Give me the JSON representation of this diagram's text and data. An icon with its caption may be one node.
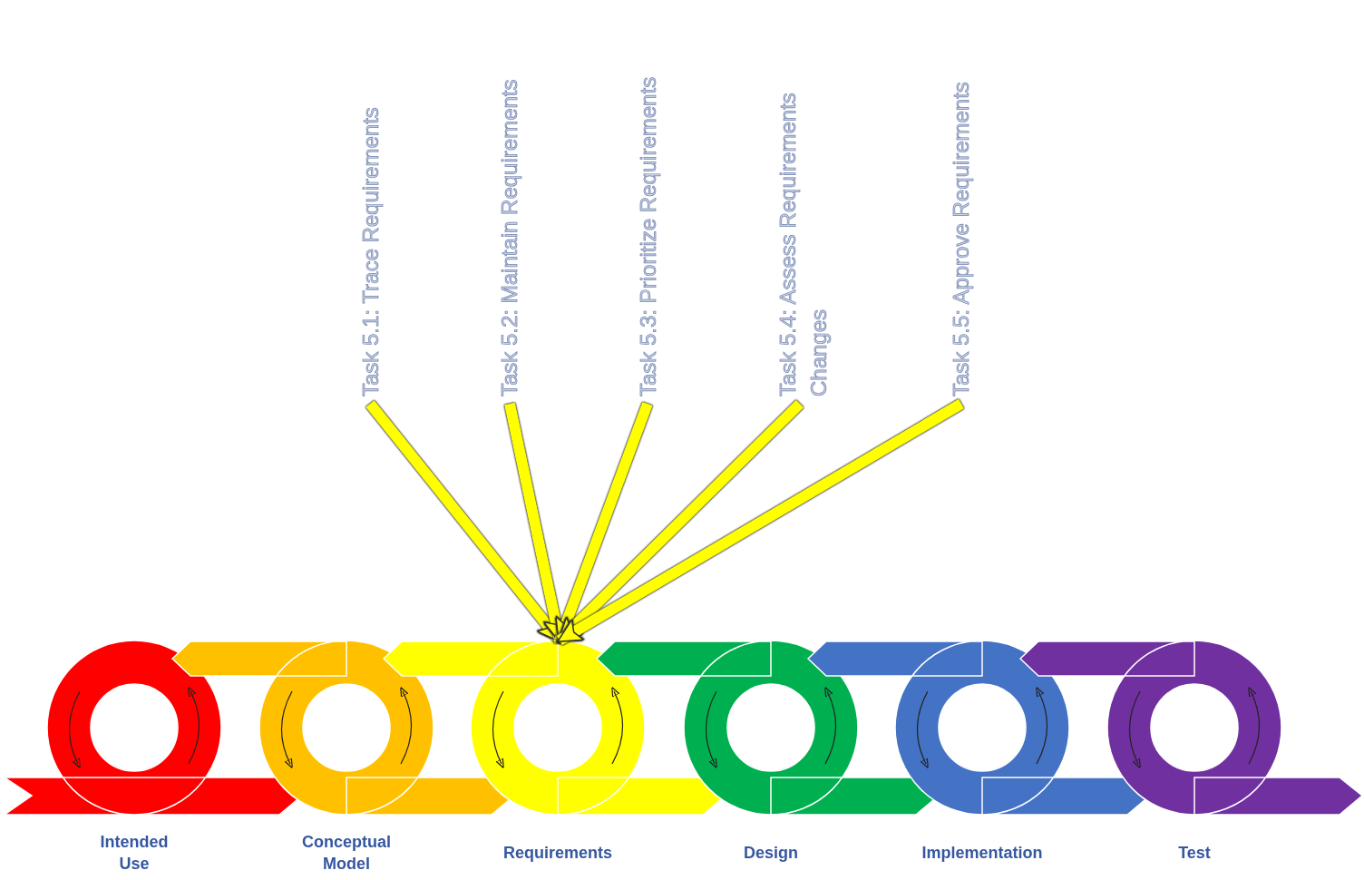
{
  "diagram": {
    "nodes": [
      {
        "text": [
          "Task 5.1: Trace Requirements"
        ]
      },
      {
        "text": [
          "Task 5.2: Maintain Requirements"
        ]
      },
      {
        "text": [
          "Task 5.3: Prioritize Requirements"
        ]
      },
      {
        "text": [
          "Task 5.4: Assess Requirements Changes"
        ]
      },
      {
        "text": [
          "Task 5.5: Approve Requirements"
        ]
      },
      {
        "text": [
          "Intended Use"
        ]
      },
      {
        "text": [
          "Conceptual Model"
        ]
      },
      {
        "text": [
          "Requirements"
        ]
      },
      {
        "text": [
          "Design"
        ]
      },
      {
        "text": [
          "Implementation"
        ]
      },
      {
        "text": [
          "Test"
        ]
      }
    ],
    "edges": [
      {
        "from": 0,
        "to": 7,
        "arrow": "to"
      },
      {
        "from": 1,
        "to": 7,
        "arrow": "to"
      },
      {
        "from": 2,
        "to": 7,
        "arrow": "to"
      },
      {
        "from": 3,
        "to": 7,
        "arrow": "to"
      },
      {
        "from": 4,
        "to": 7,
        "arrow": "to"
      }
    ]
  }
}
